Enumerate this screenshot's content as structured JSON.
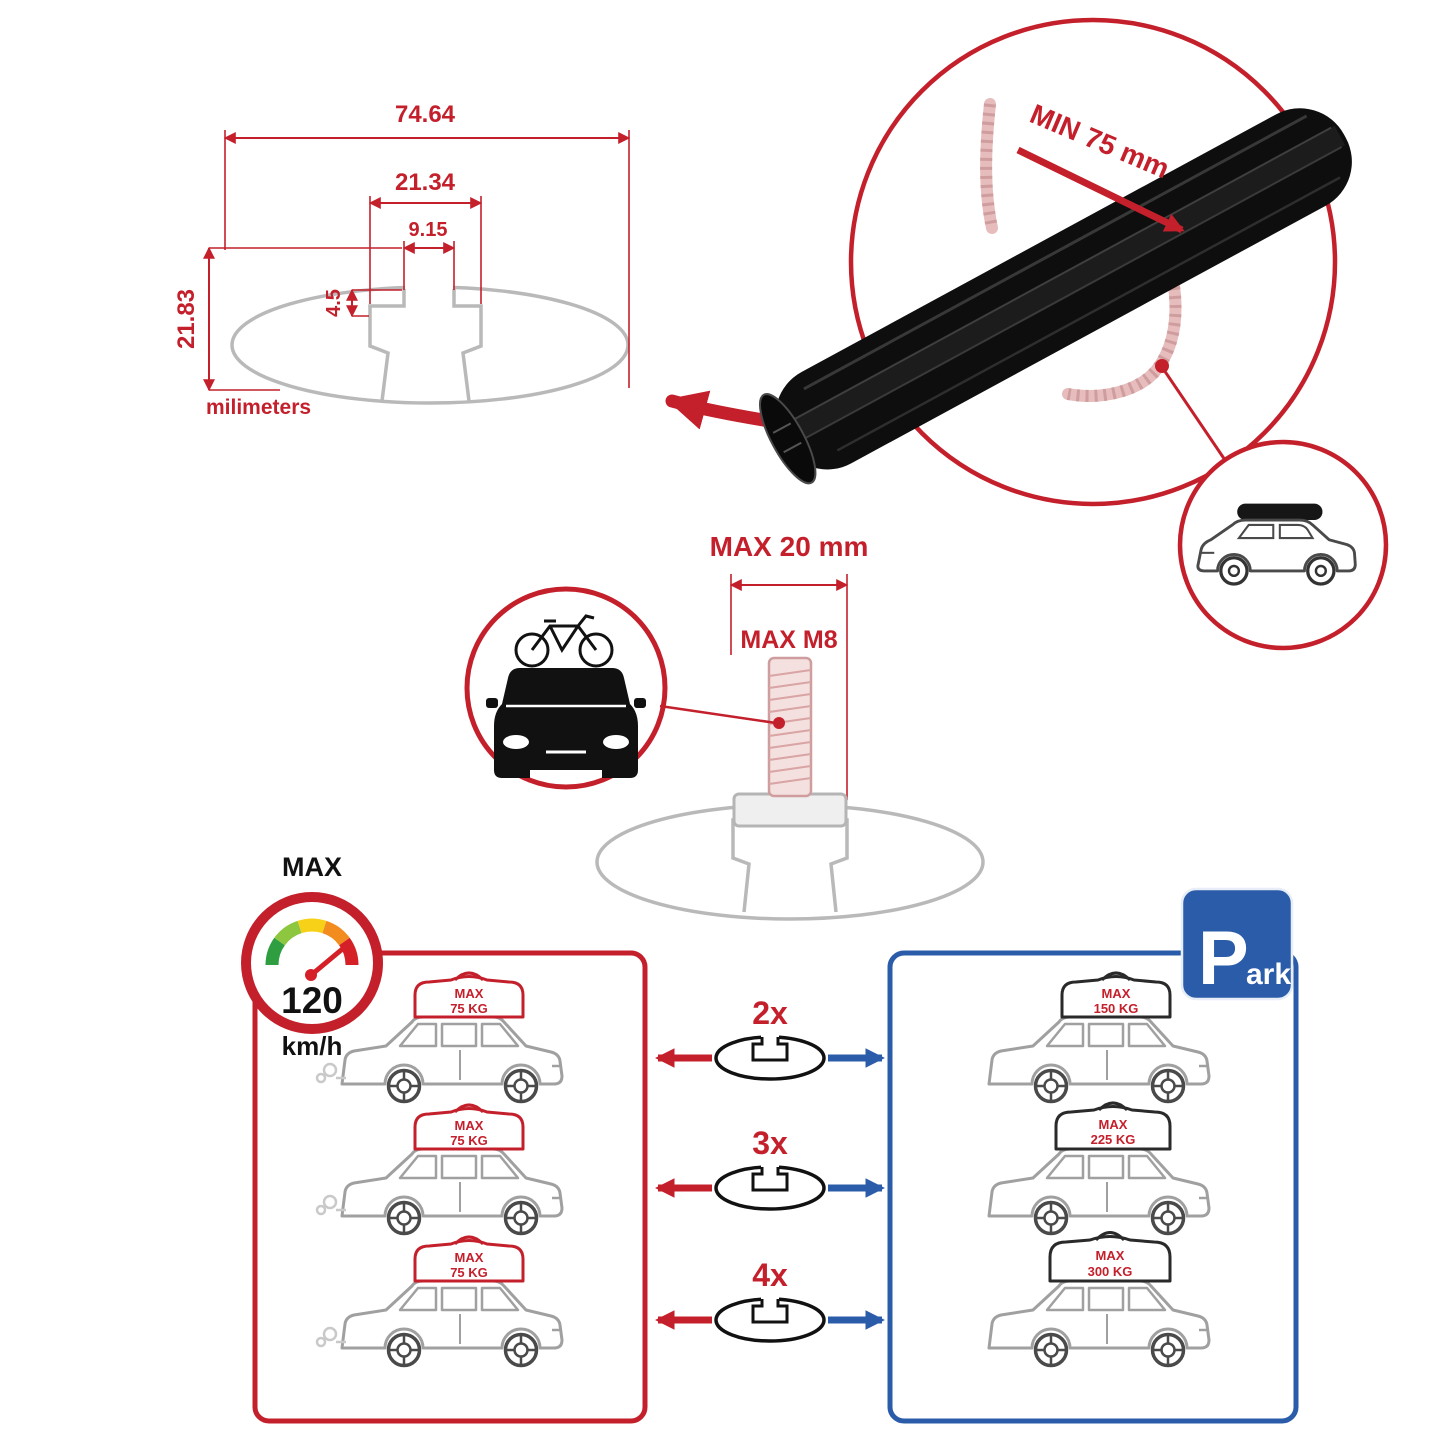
{
  "profile": {
    "width": "74.64",
    "slot_outer": "21.34",
    "slot_inner": "9.15",
    "lip": "4.5",
    "height": "21.83",
    "units": "milimeters"
  },
  "bar": {
    "min_clamp": "MIN 75 mm"
  },
  "bolt": {
    "max_width": "MAX 20 mm",
    "max_thread": "MAX M8"
  },
  "speed": {
    "label": "MAX",
    "value": "120",
    "units": "km/h"
  },
  "compare": {
    "mult": [
      "2x",
      "3x",
      "4x"
    ],
    "left": [
      {
        "l1": "MAX",
        "l2": "75 KG"
      },
      {
        "l1": "MAX",
        "l2": "75 KG"
      },
      {
        "l1": "MAX",
        "l2": "75 KG"
      }
    ],
    "right": [
      {
        "l1": "MAX",
        "l2": "150 KG"
      },
      {
        "l1": "MAX",
        "l2": "225 KG"
      },
      {
        "l1": "MAX",
        "l2": "300 KG"
      }
    ]
  },
  "park": {
    "p": "P",
    "rest": "ark"
  },
  "colors": {
    "red": "#c4202c",
    "blue": "#2b5ca9",
    "gray": "#b9b9b9",
    "black_bar": "#0e0e0e"
  }
}
